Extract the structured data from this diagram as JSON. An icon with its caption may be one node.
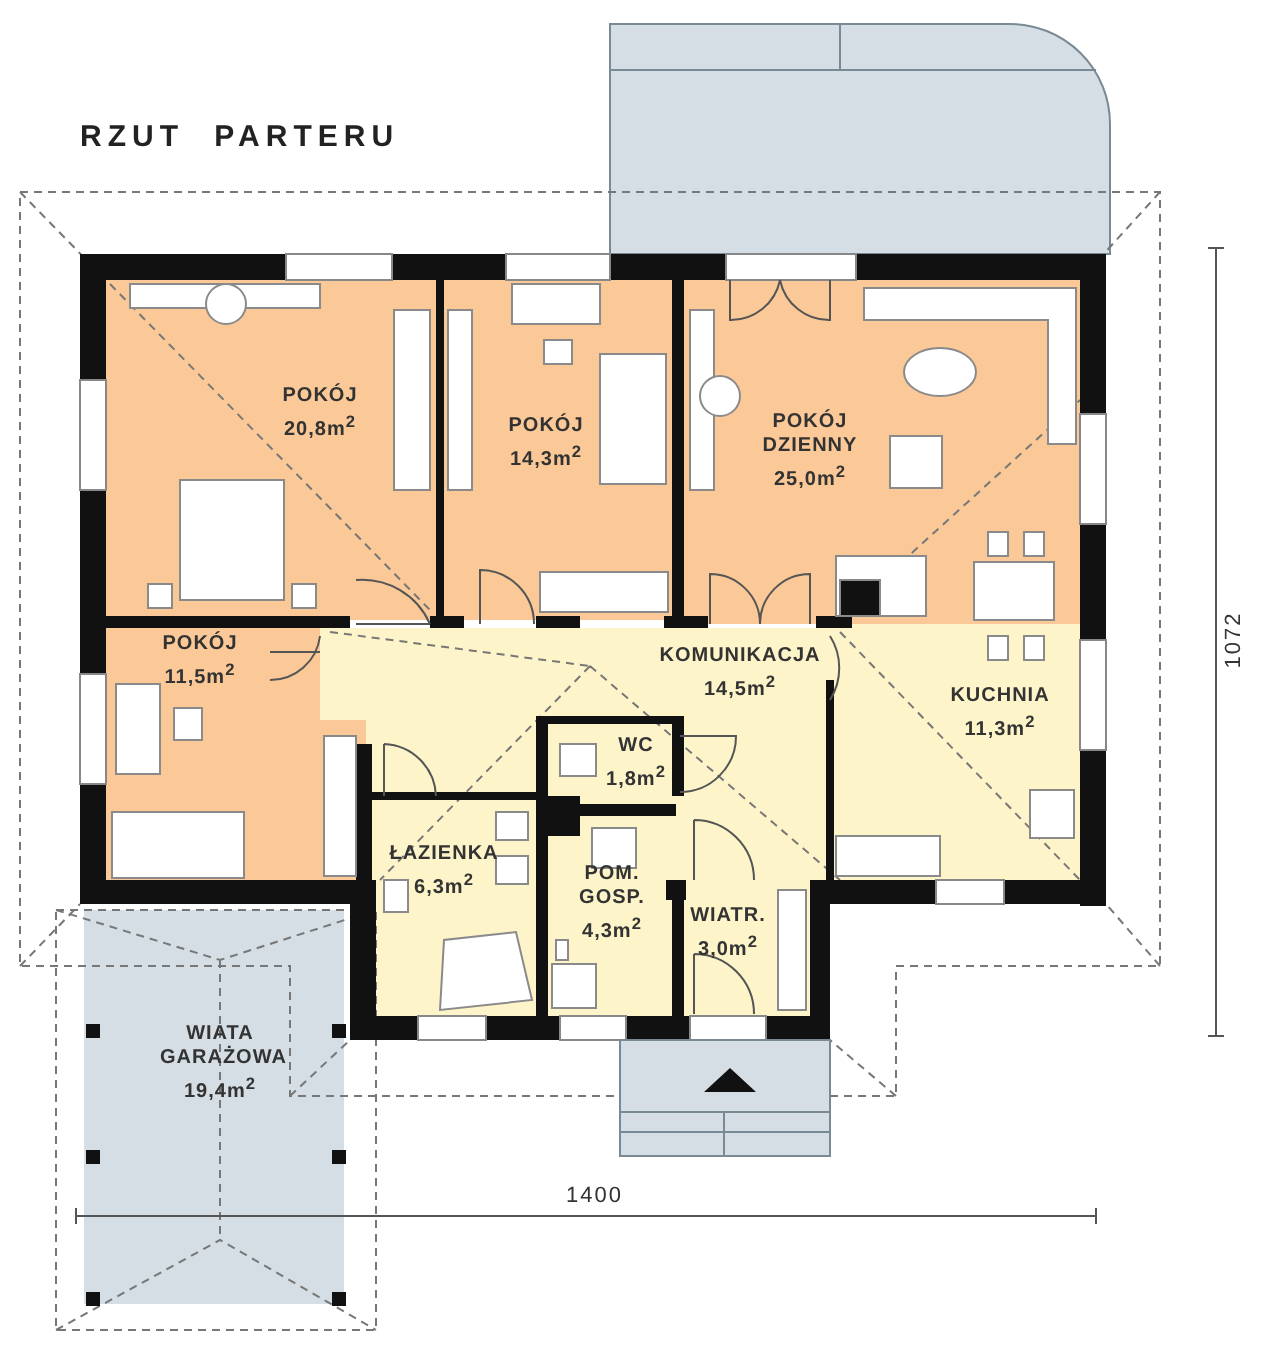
{
  "diagram": {
    "title": "RZUT PARTERU",
    "nodes": [
      {
        "text": [
          "POKÓJ",
          "20,8m$^{2}$"
        ]
      },
      {
        "text": [
          "POKÓJ",
          "14,3m$^{2}$"
        ]
      },
      {
        "text": [
          "POKÓJ DZIENNY",
          "25,0m$^{2}$"
        ]
      },
      {
        "text": [
          "POKÓJ",
          "11,5m$^{2}$"
        ]
      },
      {
        "text": [
          "KOMUNIKACJA",
          "14,5m$^{2}$"
        ]
      },
      {
        "text": [
          "KUCHNIA",
          "11,3m$^{2}$"
        ]
      },
      {
        "text": [
          "WC",
          "1,8m$^{2}$"
        ]
      },
      {
        "text": [
          "ŁAZIENKA",
          "6,3m$^{2}$"
        ]
      },
      {
        "text": [
          "POM. GOSP.",
          "4,3m$^{2}$"
        ]
      },
      {
        "text": [
          "WIATR.",
          "3,0m$^{2}$"
        ]
      },
      {
        "text": [
          "WIATA GARAŻOWA",
          "19,4m$^{2}$"
        ]
      }
    ],
    "labels": [
      "1072",
      "1400"
    ]
  }
}
